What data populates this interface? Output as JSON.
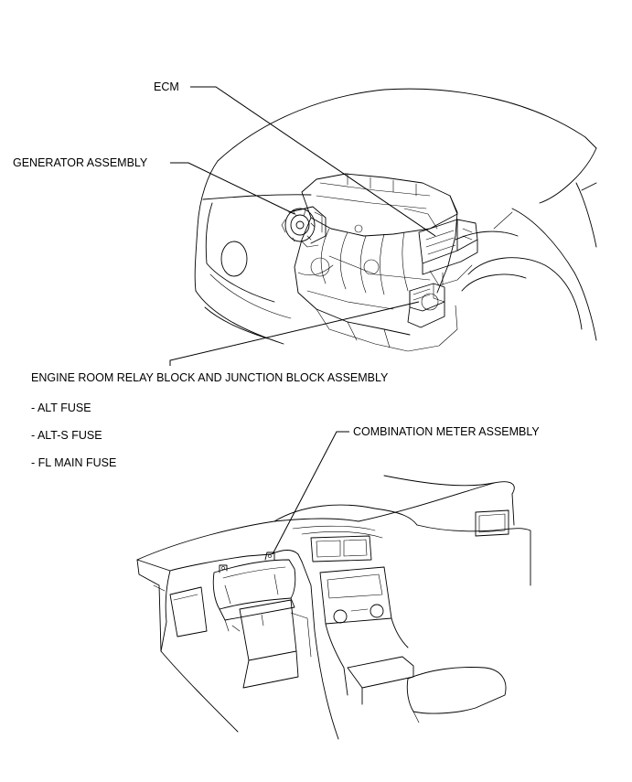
{
  "callouts": {
    "ecm": "ECM",
    "generator_assembly": "GENERATOR ASSEMBLY",
    "engine_room_relay_block": "ENGINE ROOM RELAY BLOCK AND JUNCTION BLOCK ASSEMBLY",
    "combination_meter_assembly": "COMBINATION METER ASSEMBLY"
  },
  "fuse_list": [
    "- ALT FUSE",
    "- ALT-S FUSE",
    "- FL MAIN FUSE"
  ]
}
